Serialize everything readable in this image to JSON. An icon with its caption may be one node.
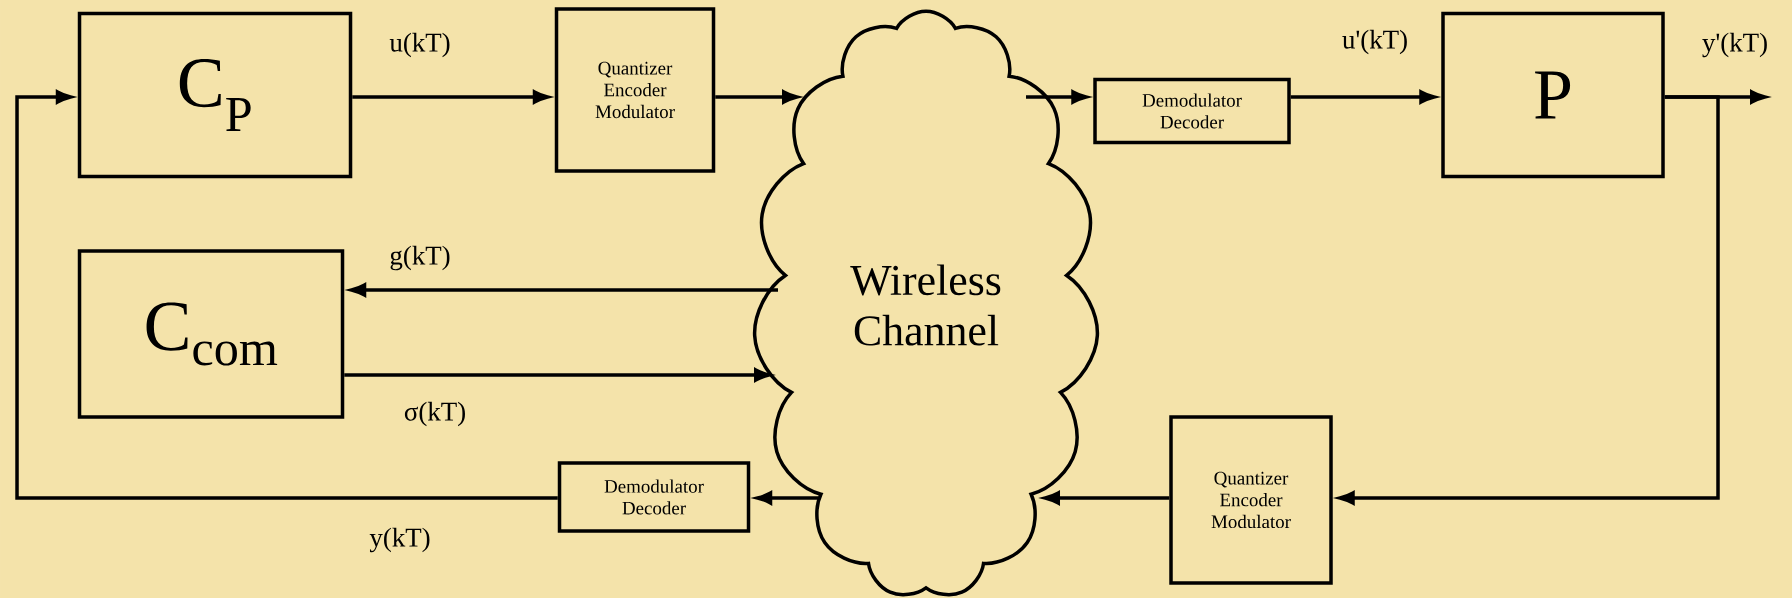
{
  "diagram": {
    "nodes": [
      {
        "text": [
          "C$_{P}$"
        ]
      },
      {
        "text": [
          "Quantizer Encoder Modulator"
        ]
      },
      {
        "text": [
          "Wireless Channel"
        ]
      },
      {
        "text": [
          "Demodulator Decoder"
        ]
      },
      {
        "text": [
          "P"
        ]
      },
      {
        "text": [
          "C$_{com}$"
        ]
      },
      {
        "text": [
          "Quantizer Encoder Modulator"
        ]
      },
      {
        "text": [
          "Demodulator Decoder"
        ]
      }
    ],
    "edges": [
      {
        "from": 0,
        "to": 1,
        "arrow": "to",
        "label": "u(kT)"
      },
      {
        "from": 1,
        "to": 2,
        "arrow": "to"
      },
      {
        "from": 2,
        "to": 3,
        "arrow": "to"
      },
      {
        "from": 3,
        "to": 4,
        "arrow": "to",
        "label": "u'(kT)"
      },
      {
        "from": 4,
        "to": null,
        "arrow": "to",
        "label": "y'(kT)"
      },
      {
        "from": 4,
        "to": 6,
        "arrow": "to"
      },
      {
        "from": 6,
        "to": 2,
        "arrow": "to"
      },
      {
        "from": 2,
        "to": 7,
        "arrow": "to"
      },
      {
        "from": 7,
        "to": 0,
        "arrow": "to",
        "label": "y(kT)"
      },
      {
        "from": 2,
        "to": 5,
        "arrow": "to",
        "label": "g(kT)"
      },
      {
        "from": 5,
        "to": 2,
        "arrow": "to",
        "label": "σ(kT)"
      }
    ]
  }
}
